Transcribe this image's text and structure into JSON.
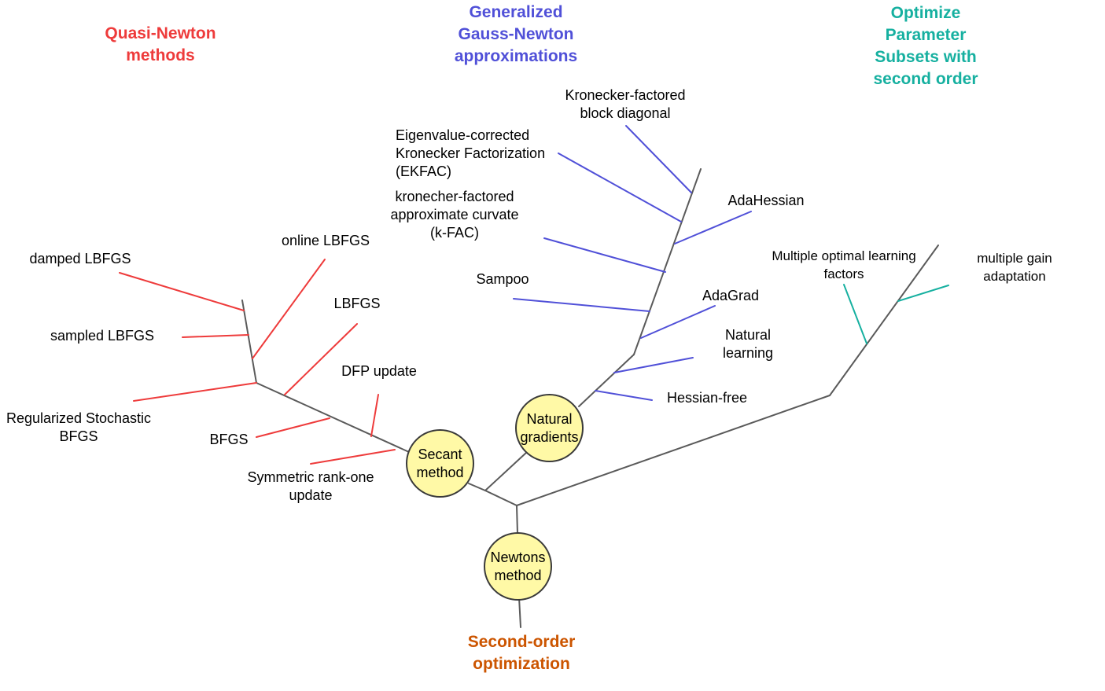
{
  "colors": {
    "trunk": "#5a5a5a",
    "quasi_newton": "#ee3b3b",
    "gauss_newton": "#5050d8",
    "subsets": "#16b0a0",
    "root": "#cc5500",
    "node_fill": "#fff9a6"
  },
  "headings": {
    "quasi_newton": "Quasi-Newton\nmethods",
    "gauss_newton": "Generalized\nGauss-Newton\napproximations",
    "subsets": "Optimize\nParameter\nSubsets with\nsecond order",
    "root": "Second-order\noptimization"
  },
  "nodes": {
    "newtons": "Newtons\nmethod",
    "secant": "Secant\nmethod",
    "natural_gradients": "Natural\ngradients"
  },
  "quasi_newton": {
    "damped_lbfgs": "damped LBFGS",
    "sampled_lbfgs": "sampled LBFGS",
    "reg_stochastic_bfgs": "Regularized Stochastic\nBFGS",
    "online_lbfgs": "online LBFGS",
    "lbfgs": "LBFGS",
    "dfp_update": "DFP update",
    "bfgs": "BFGS",
    "sr1": "Symmetric rank-one\nupdate"
  },
  "gauss_newton": {
    "kfac_block": "Kronecker-factored\nblock diagonal",
    "ekfac": "Eigenvalue-corrected\nKronecker Factorization\n(EKFAC)",
    "adahessian": "AdaHessian",
    "kfac": "kronecher-factored\napproximate curvate\n(k-FAC)",
    "sampoo": "Sampoo",
    "adagrad": "AdaGrad",
    "natural_learning": "Natural\nlearning",
    "hessian_free": "Hessian-free"
  },
  "subsets": {
    "multiple_optimal": "Multiple optimal learning\nfactors",
    "multiple_gain": "multiple gain\nadaptation"
  }
}
